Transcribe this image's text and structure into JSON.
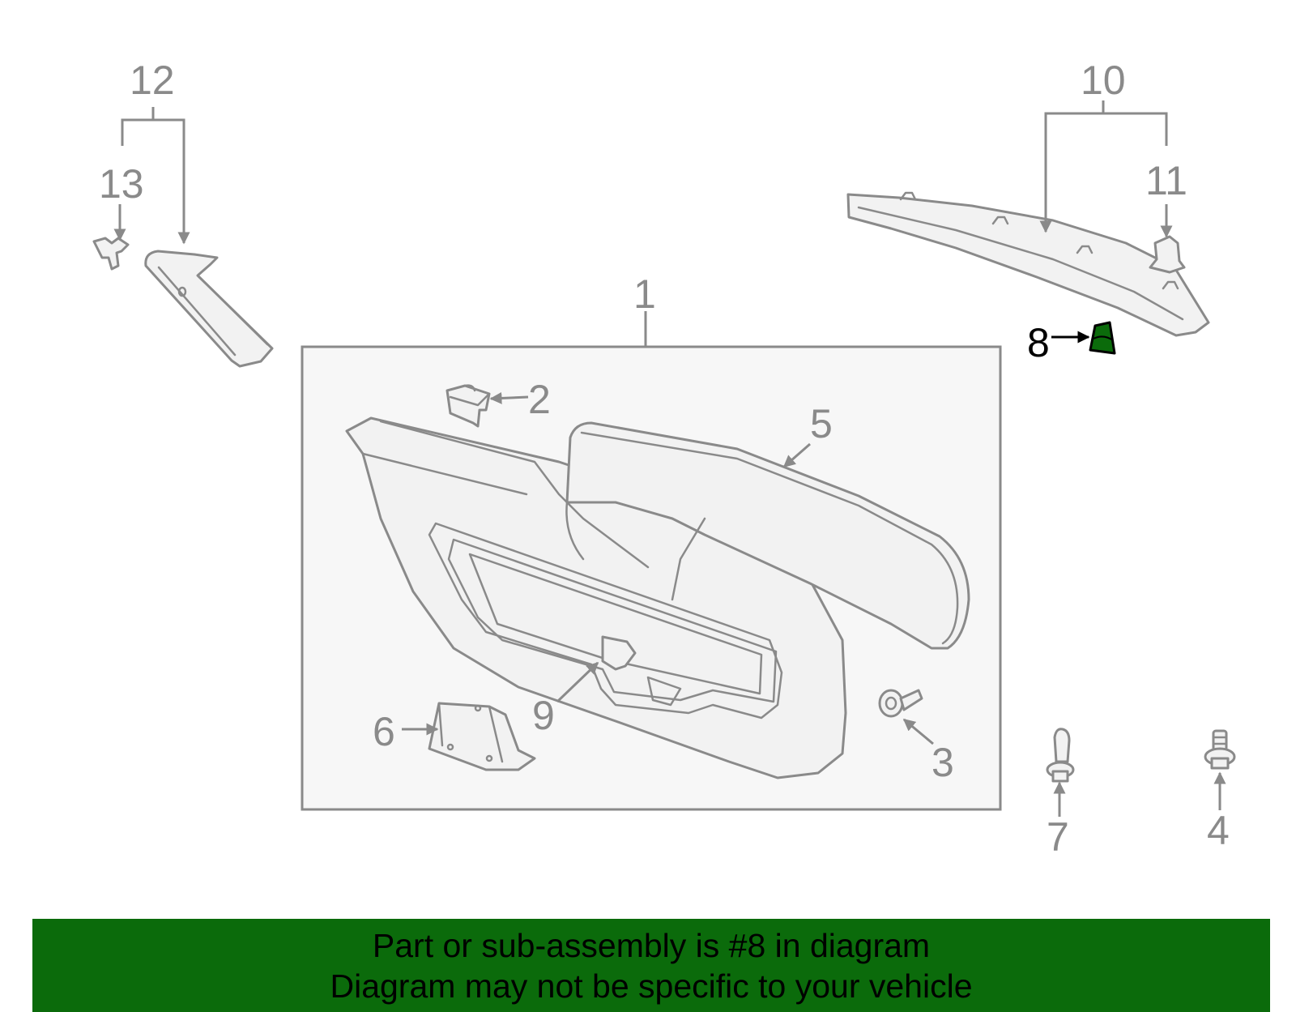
{
  "diagram": {
    "callouts": {
      "c1": "1",
      "c2": "2",
      "c3": "3",
      "c4": "4",
      "c5": "5",
      "c6": "6",
      "c7": "7",
      "c8": "8",
      "c9": "9",
      "c10": "10",
      "c11": "11",
      "c12": "12",
      "c13": "13"
    },
    "highlighted_part": "8"
  },
  "colors": {
    "highlight": "#0b6b0b",
    "line": "#8a8a8a",
    "banner_bg": "#0b6b0b"
  },
  "banner": {
    "line1": "Part or sub-assembly is #8 in diagram",
    "line2": "Diagram may not be specific to your vehicle"
  }
}
